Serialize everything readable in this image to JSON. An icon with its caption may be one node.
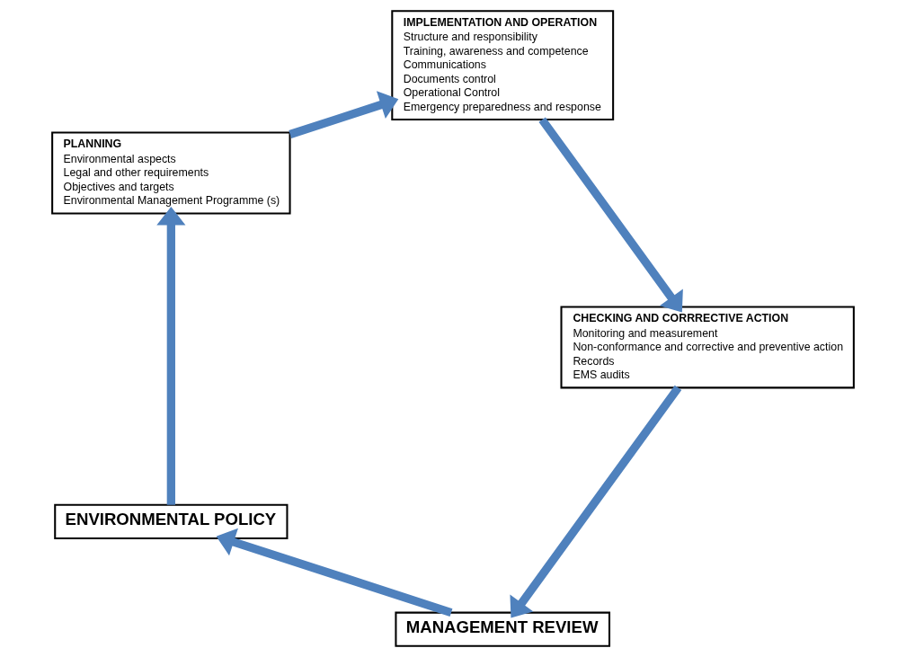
{
  "diagram": {
    "nodes": [
      {
        "text": [
          "MANAGEMENT REVIEW"
        ]
      },
      {
        "text": [
          "ENVIRONMENTAL POLICY"
        ]
      },
      {
        "text": [
          "PLANNING",
          "Environmental aspects",
          "Legal and other requirements",
          "Objectives and targets",
          "Environmental Management Programme (s)"
        ]
      },
      {
        "text": [
          "IMPLEMENTATION AND OPERATION",
          "Structure and responsibility",
          "Training, awareness and competence",
          "Communications",
          "Documents control",
          "Operational Control",
          "Emergency preparedness and response"
        ]
      },
      {
        "text": [
          "CHECKING AND CORRRECTIVE ACTION",
          "Monitoring and measurement",
          "Non-conformance and corrective and preventive action",
          "Records",
          "EMS audits"
        ]
      }
    ],
    "edges": [
      {
        "from": 0,
        "to": 1,
        "arrow": "to"
      },
      {
        "from": 1,
        "to": 2,
        "arrow": "to"
      },
      {
        "from": 2,
        "to": 3,
        "arrow": "to"
      },
      {
        "from": 3,
        "to": 4,
        "arrow": "to"
      },
      {
        "from": 4,
        "to": 0,
        "arrow": "to"
      }
    ]
  }
}
